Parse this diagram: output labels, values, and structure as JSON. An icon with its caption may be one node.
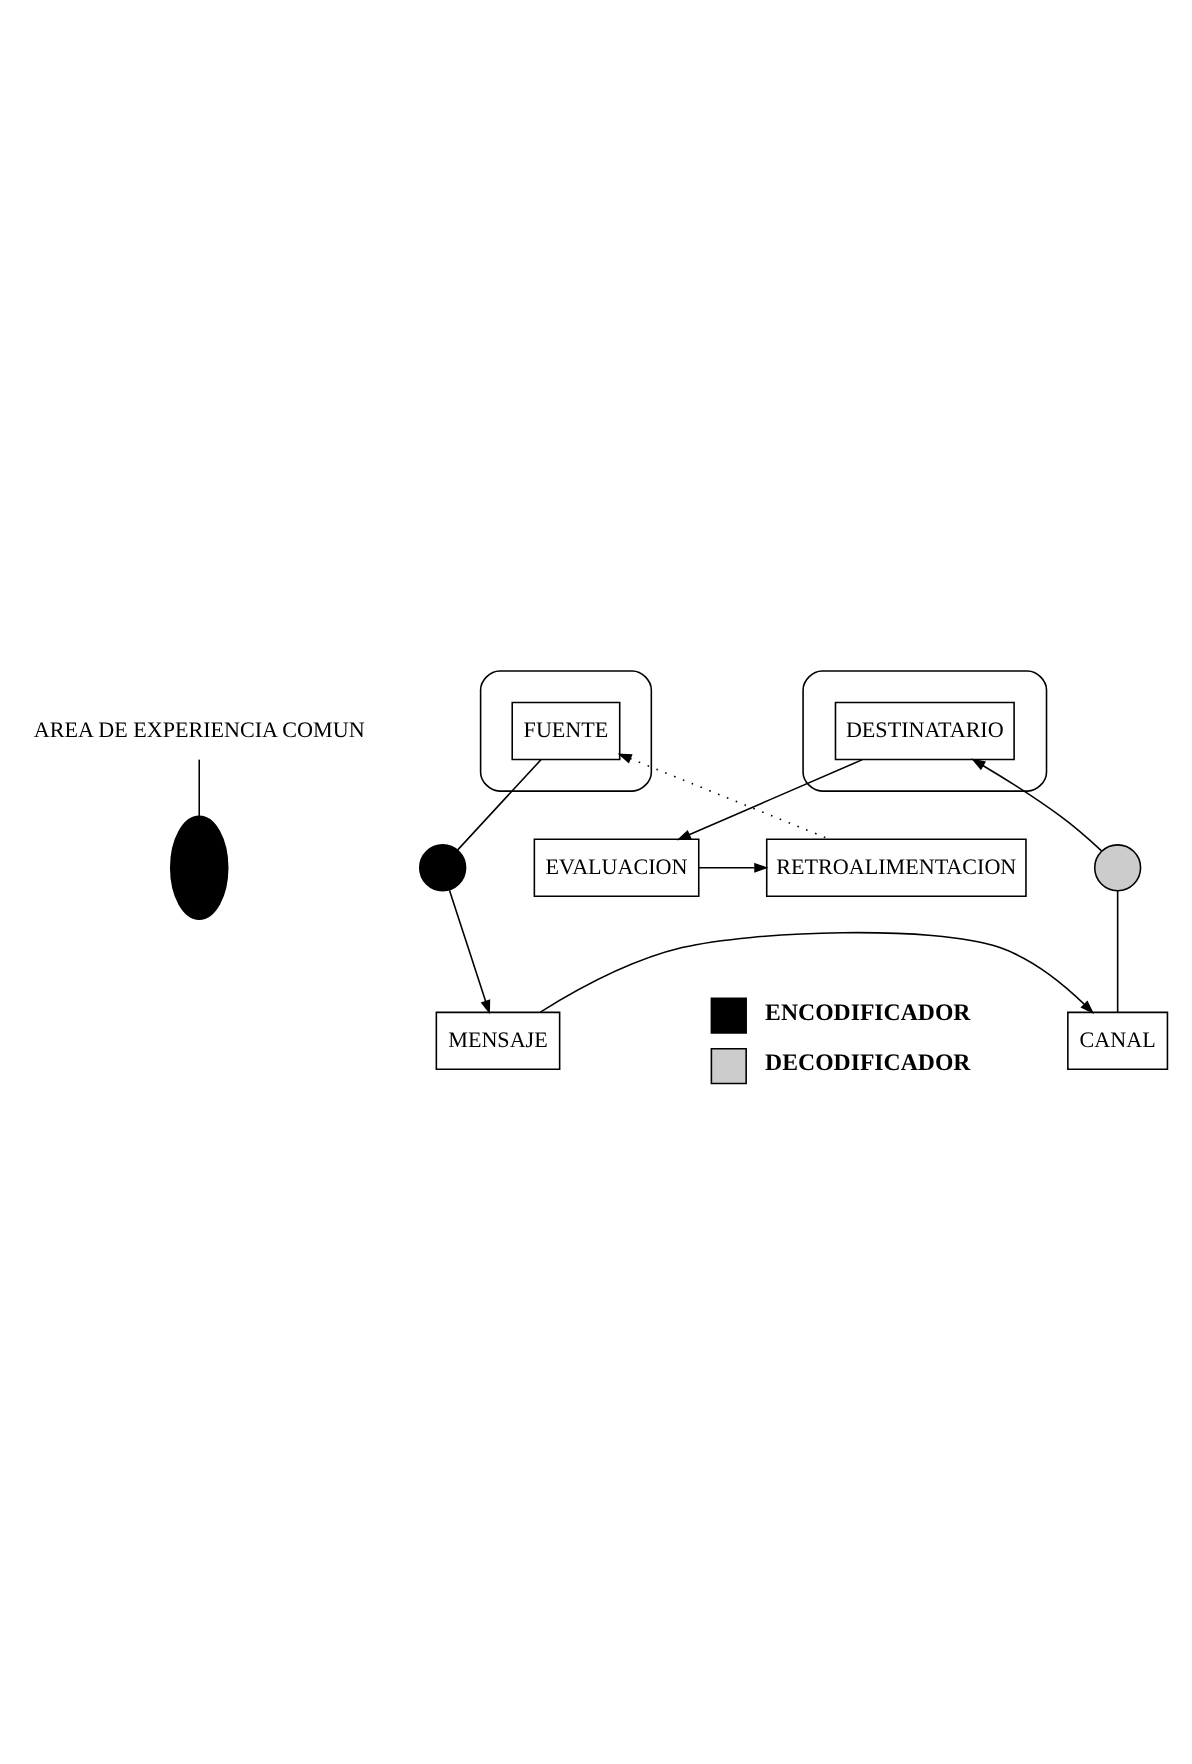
{
  "diagram": {
    "nodes": [
      {
        "text": [
          "AREA DE EXPERIENCIA COMUN"
        ]
      },
      {
        "text": [],
        "shape": "ellipse"
      },
      {
        "text": [
          "FUENTE"
        ],
        "in": 1
      },
      {
        "text": [],
        "shape": "ellipse"
      },
      {
        "text": [],
        "shape": "ellipse"
      },
      {
        "text": [
          "DESTINATARIO"
        ],
        "in": 4
      },
      {
        "text": [],
        "shape": "circle"
      },
      {
        "text": [],
        "shape": "circle"
      },
      {
        "text": [
          "MENSAJE"
        ]
      },
      {
        "text": [
          "CANAL"
        ]
      },
      {
        "text": [
          "RETROALIMENTACION"
        ]
      },
      {
        "text": [
          "EVALUACION"
        ]
      }
    ],
    "edges": [
      {
        "from": 0,
        "to": 3,
        "arrow": "none"
      },
      {
        "from": 2,
        "to": 6,
        "arrow": "none"
      },
      {
        "from": 6,
        "to": 8,
        "arrow": "to"
      },
      {
        "from": 8,
        "to": 9,
        "arrow": "to"
      },
      {
        "from": 9,
        "to": 7,
        "arrow": "none"
      },
      {
        "from": 7,
        "to": 5,
        "arrow": "to"
      },
      {
        "from": 5,
        "to": 11,
        "arrow": "to"
      },
      {
        "from": 11,
        "to": 10,
        "arrow": "to"
      },
      {
        "from": 10,
        "to": 2,
        "arrow": "to",
        "style": "dashed"
      }
    ],
    "legend": [
      {
        "text": "ENCODIFICADOR",
        "color": "#000000"
      },
      {
        "text": "DECODIFICADOR",
        "color": "#cccccc"
      }
    ]
  }
}
